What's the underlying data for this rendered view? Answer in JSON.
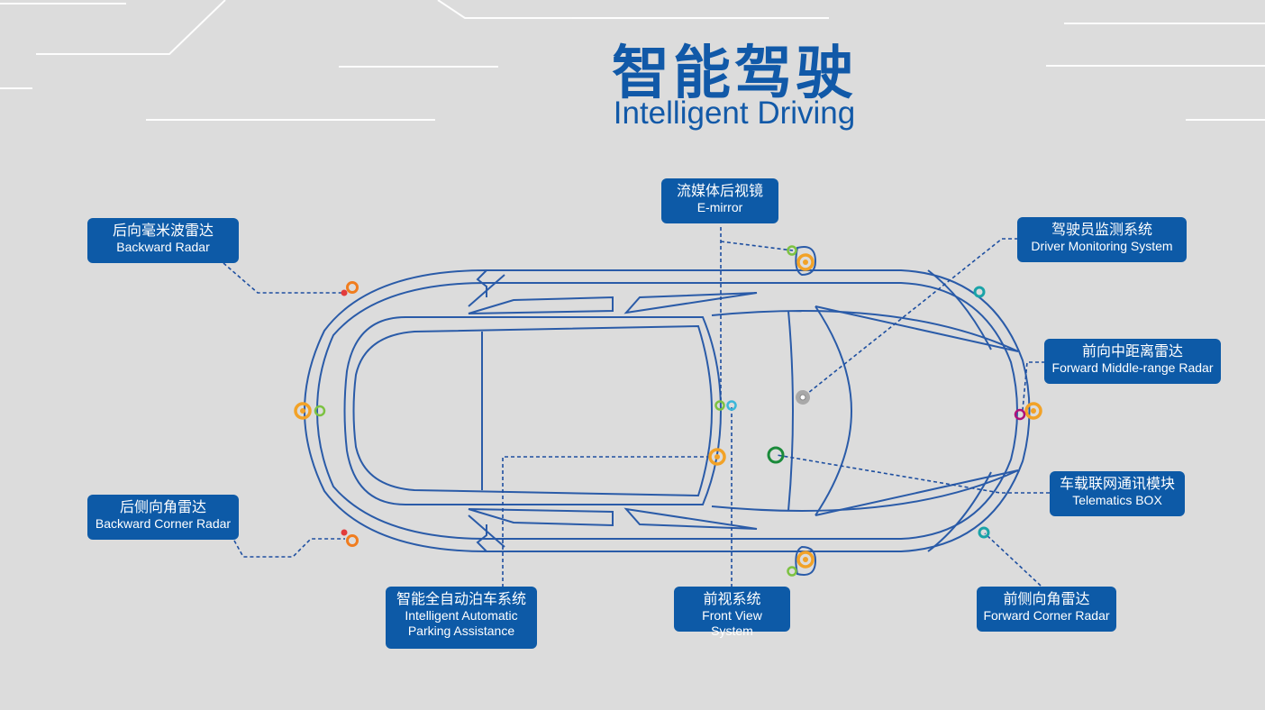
{
  "title": {
    "cn": "智能驾驶",
    "en": "Intelligent Driving"
  },
  "colors": {
    "background": "#dcdcdc",
    "brand_blue": "#1159a8",
    "label_bg": "#0d5aa7",
    "car_outline": "#2a5ba8",
    "orange": "#f2a227",
    "green": "#7cc242",
    "cyan": "#3bb7d9",
    "teal": "#1aa3a8",
    "red": "#e23b3b",
    "magenta": "#b0127a",
    "grey": "#a8a8a8",
    "dark_green": "#1a8a3a"
  },
  "labels": {
    "backward_radar": {
      "cn": "后向毫米波雷达",
      "en": "Backward Radar"
    },
    "emirror": {
      "cn": "流媒体后视镜",
      "en": "E-mirror"
    },
    "driver_monitoring": {
      "cn": "驾驶员监测系统",
      "en": "Driver  Monitoring System"
    },
    "forward_middle_radar": {
      "cn": "前向中距离雷达",
      "en": "Forward Middle-range Radar"
    },
    "telematics": {
      "cn": "车载联网通讯模块",
      "en": "Telematics BOX"
    },
    "backward_corner_radar": {
      "cn": "后侧向角雷达",
      "en": "Backward Corner Radar"
    },
    "parking": {
      "cn": "智能全自动泊车系统",
      "en": "Intelligent Automatic",
      "en2": "Parking Assistance"
    },
    "front_view": {
      "cn": "前视系统",
      "en": "Front View System"
    },
    "forward_corner_radar": {
      "cn": "前侧向角雷达",
      "en": "Forward Corner Radar"
    }
  }
}
